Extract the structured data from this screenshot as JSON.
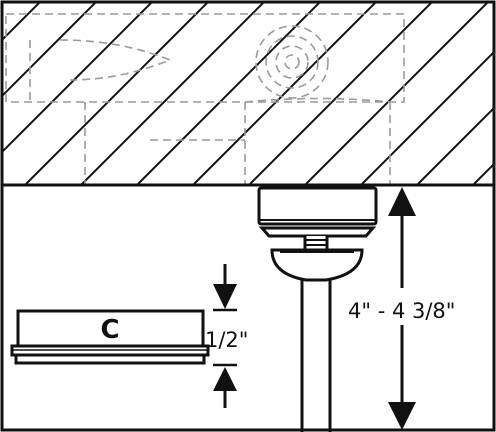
{
  "part_label": "C",
  "gap_dimension": "1/2\"",
  "range_dimension": "4\" - 4 3/8\"",
  "colors": {
    "line": "#111111",
    "dashed": "#9a9a9a",
    "background": "#ffffff"
  }
}
